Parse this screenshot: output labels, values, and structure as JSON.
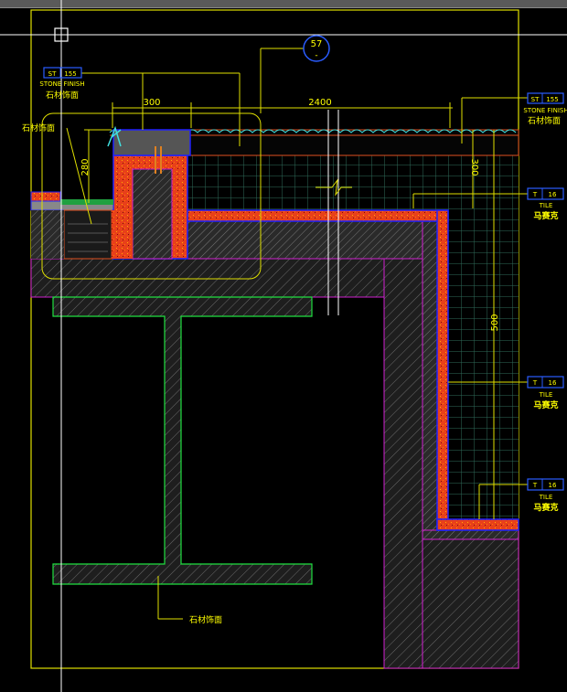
{
  "drawing": {
    "section_bubble": {
      "number": "57",
      "sheet": "-"
    },
    "tags": {
      "stone_left": {
        "code": "ST",
        "num": "155",
        "en": "STONE FINISH",
        "cn": "石材饰面"
      },
      "stone_right": {
        "code": "ST",
        "num": "155",
        "en": "STONE FINISH",
        "cn": "石材饰面"
      },
      "tile_1": {
        "code": "T",
        "num": "16",
        "en": "TILE",
        "cn": "马赛克"
      },
      "tile_2": {
        "code": "T",
        "num": "16",
        "en": "TILE",
        "cn": "马赛克"
      },
      "tile_3": {
        "code": "T",
        "num": "16",
        "en": "TILE",
        "cn": "马赛克"
      }
    },
    "labels": {
      "coping": "石材饰面",
      "beam": "石材饰面"
    },
    "dimensions": {
      "d300_top": "300",
      "d2400": "2400",
      "d280": "280",
      "d300_side": "300",
      "d500": "500"
    }
  }
}
